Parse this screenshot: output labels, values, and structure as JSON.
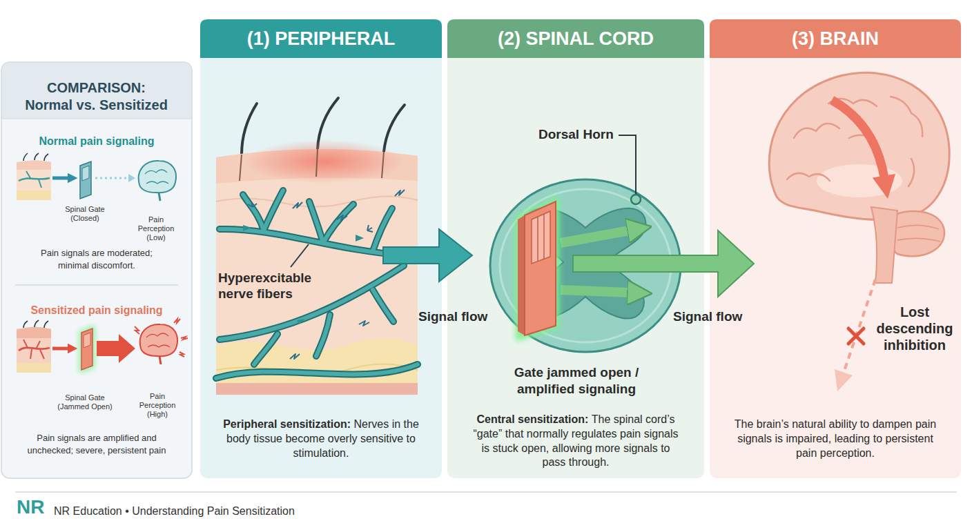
{
  "diagram": {
    "caption": "NR Education • Understanding Pain Sensitization",
    "nodes": [
      {
        "text": [
          "COMPARISON: Normal vs. Sensitized",
          "Normal pain signaling",
          "Spinal Gate (Closed)",
          "Pain Perception (Low)",
          "Pain signals are moderated; minimal discomfort.",
          "Sensitized pain signaling",
          "Spinal Gate (Jammed Open)",
          "Pain Perception (High)",
          "Pain signals are amplified and unchecked; severe, persistent pain"
        ]
      },
      {
        "text": [
          "(1) PERIPHERAL",
          "Peripheral sensitization:",
          "Nerves in the body tissue become overly sensitive to stimulation."
        ]
      },
      {
        "text": [
          "(2) SPINAL CORD",
          "Central sensitization:",
          "The spinal cord’s “gate” that normally regulates pain signals is stuck open, allowing more signals to pass through."
        ]
      },
      {
        "text": [
          "(3) BRAIN",
          "The brain’s natural ability to dampen pain signals is impaired, leading to persistent pain perception."
        ]
      }
    ],
    "labels": [
      "Hyperexcitable nerve fibers",
      "Signal flow",
      "Dorsal Horn",
      "Gate jammed open / amplified signaling",
      "Signal flow",
      "Lost descending inhibition",
      "NR"
    ]
  }
}
